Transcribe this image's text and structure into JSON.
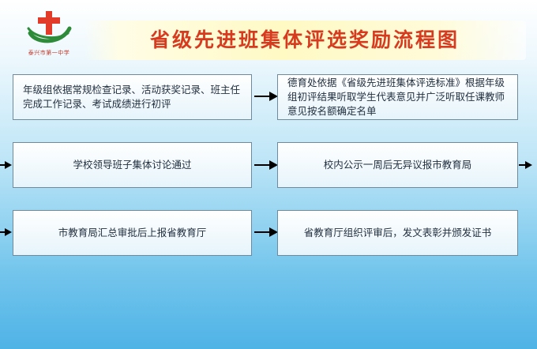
{
  "header": {
    "title": "省级先进班集体评选奖励流程图",
    "school_name": "泰兴市第一中学"
  },
  "flow": {
    "steps": [
      "年级组依据常规检查记录、活动获奖记录、班主任完成工作记录、考试成绩进行初评",
      "德育处依据《省级先进班集体评选标准》根据年级组初评结果听取学生代表意见并广泛听取任课教师意见按名额确定名单",
      "学校领导班子集体讨论通过",
      "校内公示一周后无异议报市教育局",
      "市教育局汇总审批后上报省教育厅",
      "省教育厅组织评审后，发文表彰并颁发证书"
    ]
  },
  "colors": {
    "title": "#d63a1f",
    "logo_red": "#e23b2a",
    "logo_green": "#2e8b3a",
    "box_border": "#6f8a9c",
    "arrow": "#000000"
  }
}
